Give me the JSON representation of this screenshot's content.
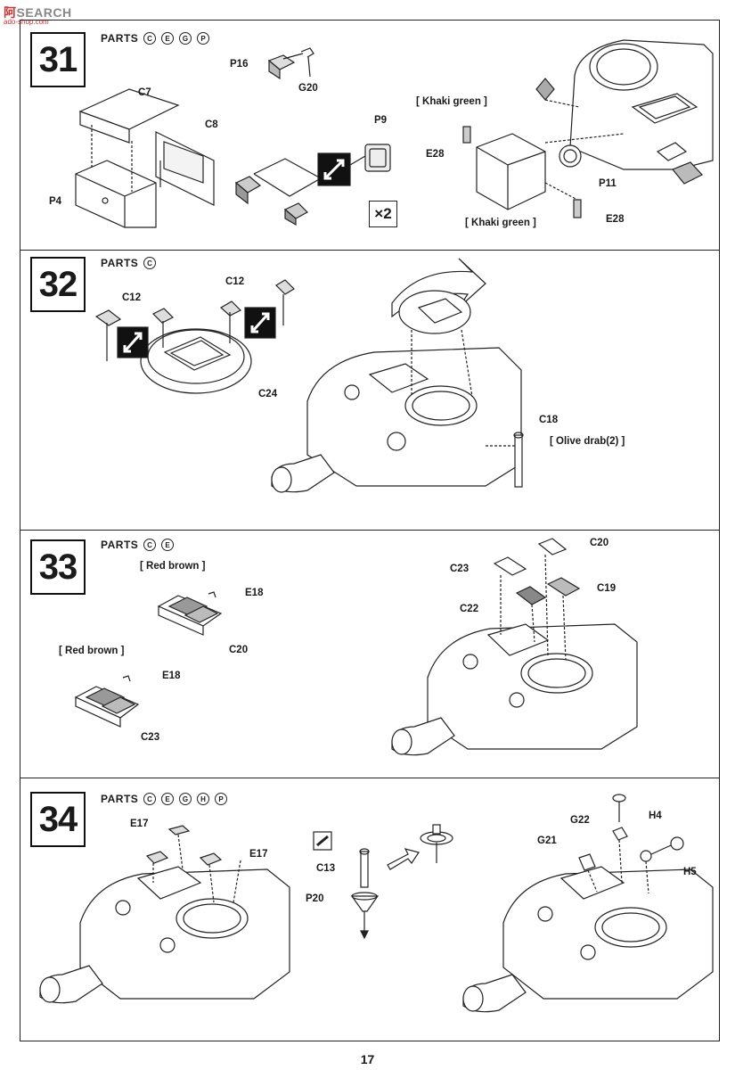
{
  "watermark": {
    "brand": "阿",
    "text": "SEARCH",
    "sub": "ado-shop.com"
  },
  "page_number": "17",
  "steps": [
    {
      "number": "31",
      "parts_label": "PARTS",
      "parts": [
        "C",
        "E",
        "G",
        "P"
      ],
      "labels": {
        "p16": "P16",
        "g20": "G20",
        "c7": "C7",
        "c8": "C8",
        "p4": "P4",
        "p9": "P9",
        "e28a": "E28",
        "p11": "P11",
        "e28b": "E28"
      },
      "paint_top": "[ Khaki green ]",
      "paint_bottom": "[ Khaki green ]",
      "multiplier": "×2"
    },
    {
      "number": "32",
      "parts_label": "PARTS",
      "parts": [
        "C"
      ],
      "labels": {
        "c12a": "C12",
        "c12b": "C12",
        "c24": "C24",
        "c18": "C18"
      },
      "paint": "[ Olive drab(2) ]"
    },
    {
      "number": "33",
      "parts_label": "PARTS",
      "parts": [
        "C",
        "E"
      ],
      "labels": {
        "e18a": "E18",
        "c20a": "C20",
        "e18b": "E18",
        "c23a": "C23",
        "c20b": "C20",
        "c23b": "C23",
        "c19": "C19",
        "c22": "C22"
      },
      "paint_top": "[ Red brown ]",
      "paint_bottom": "[ Red brown ]"
    },
    {
      "number": "34",
      "parts_label": "PARTS",
      "parts": [
        "C",
        "E",
        "G",
        "H",
        "P"
      ],
      "labels": {
        "e17a": "E17",
        "e17b": "E17",
        "c13": "C13",
        "p20": "P20",
        "g22": "G22",
        "h4": "H4",
        "g21": "G21",
        "h5": "H5"
      }
    }
  ]
}
